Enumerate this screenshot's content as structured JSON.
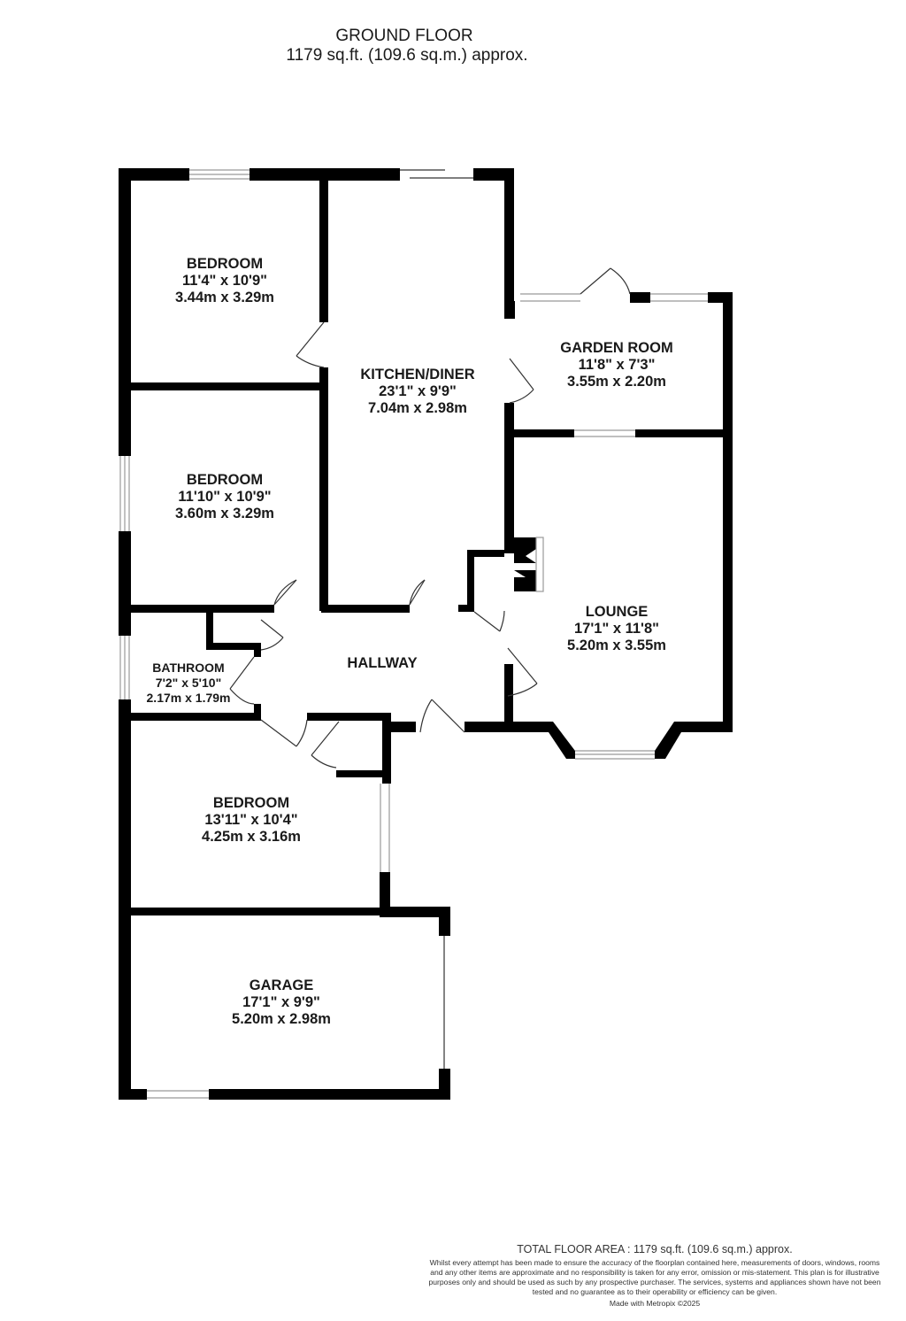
{
  "header": {
    "floor_title": "GROUND FLOOR",
    "floor_area": "1179 sq.ft. (109.6 sq.m.) approx."
  },
  "rooms": [
    {
      "id": "bedroom-1",
      "name": "BEDROOM",
      "imperial": "11'4\"  x 10'9\"",
      "metric": "3.44m  x 3.29m"
    },
    {
      "id": "kitchen-diner",
      "name": "KITCHEN/DINER",
      "imperial": "23'1\"  x 9'9\"",
      "metric": "7.04m  x 2.98m"
    },
    {
      "id": "garden-room",
      "name": "GARDEN ROOM",
      "imperial": "11'8\"  x 7'3\"",
      "metric": "3.55m  x 2.20m"
    },
    {
      "id": "bedroom-2",
      "name": "BEDROOM",
      "imperial": "11'10\"  x 10'9\"",
      "metric": "3.60m  x 3.29m"
    },
    {
      "id": "lounge",
      "name": "LOUNGE",
      "imperial": "17'1\"  x 11'8\"",
      "metric": "5.20m  x 3.55m"
    },
    {
      "id": "hallway",
      "name": "HALLWAY",
      "imperial": "",
      "metric": ""
    },
    {
      "id": "bathroom",
      "name": "BATHROOM",
      "imperial": "7'2\"  x 5'10\"",
      "metric": "2.17m  x 1.79m"
    },
    {
      "id": "bedroom-3",
      "name": "BEDROOM",
      "imperial": "13'11\"  x 10'4\"",
      "metric": "4.25m  x 3.16m"
    },
    {
      "id": "garage",
      "name": "GARAGE",
      "imperial": "17'1\"  x 9'9\"",
      "metric": "5.20m  x 2.98m"
    }
  ],
  "footer": {
    "total_area": "TOTAL FLOOR AREA : 1179 sq.ft. (109.6 sq.m.) approx.",
    "disclaimer": "Whilst every attempt has been made to ensure the accuracy of the floorplan contained here, measurements of doors, windows, rooms and any other items are approximate and no responsibility is taken for any error, omission or mis-statement. This plan is for illustrative purposes only and should be used as such by any prospective purchaser. The services, systems and appliances shown have not been tested and no guarantee as to their operability or efficiency can be given.",
    "credit": "Made with Metropix ©2025"
  },
  "colors": {
    "wall": "#000000",
    "background": "#ffffff",
    "text": "#1a1a1a"
  }
}
